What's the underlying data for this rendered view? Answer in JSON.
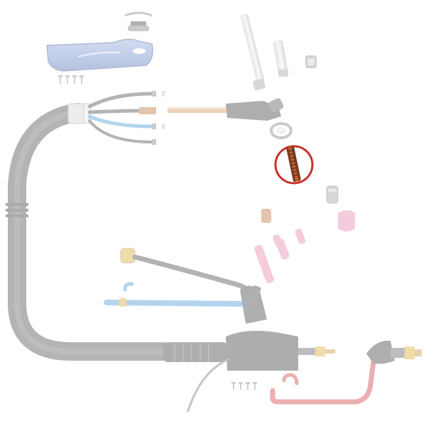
{
  "diagram": {
    "kind": "exploded-parts-view",
    "subject": "tig-torch-assembly",
    "highlighted_part": "collet",
    "highlight_color": "#c8302a",
    "faded_parts_opacity": 0.35,
    "colors": {
      "hose": "#4a4a4a",
      "water_hose": "#3b8fd0",
      "gas_fitting": "#d9a520",
      "handle": "#3c5fb0",
      "ceramic": "#e0609a",
      "power_cable": "#cc3030",
      "copper": "#b86a2a"
    }
  }
}
